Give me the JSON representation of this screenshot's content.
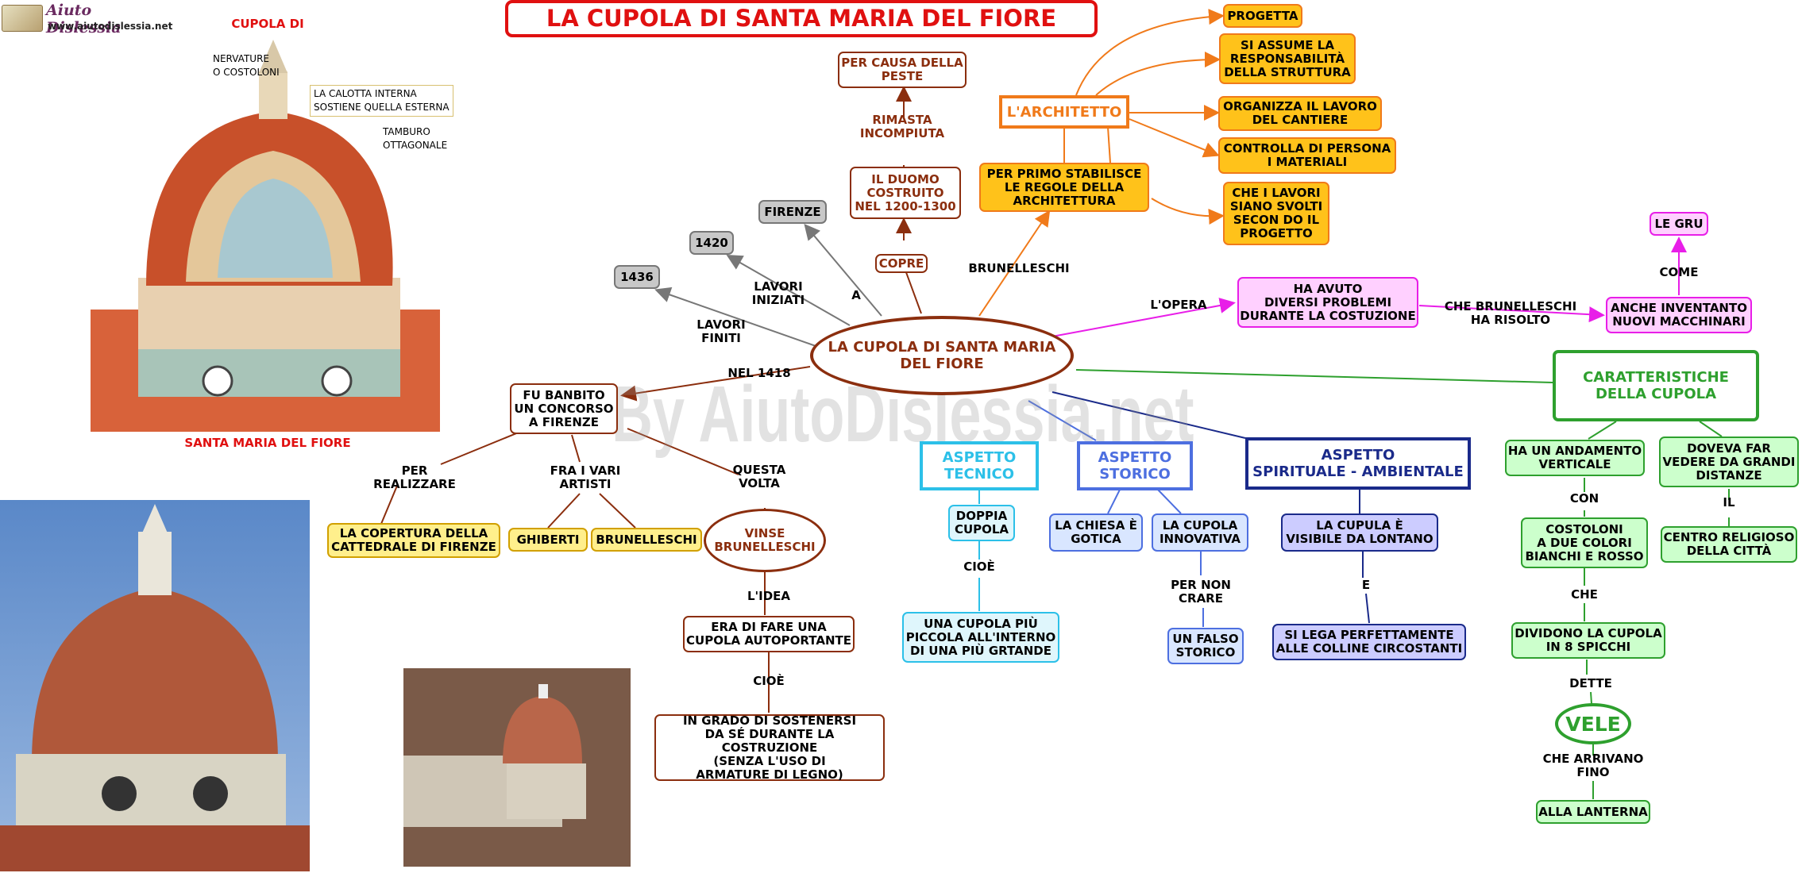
{
  "logo": {
    "name": "Aiuto Dislessia",
    "url": "www.aiutodislessia.net"
  },
  "title": "LA CUPOLA DI SANTA MARIA DEL FIORE",
  "watermark": "By AiutoDislessia.net",
  "illustration": {
    "top_label": "CUPOLA DI",
    "bottom_label": "SANTA MARIA DEL FIORE",
    "annotations": {
      "nervature": "NERVATURE\nO COSTOLONI",
      "calotta": "LA CALOTTA INTERNA\nSOSTIENE QUELLA ESTERNA",
      "tamburo": "TAMBURO\nOTTAGONALE"
    }
  },
  "center": "LA CUPOLA DI SANTA MARIA\nDEL FIORE",
  "history": {
    "peste": "PER CAUSA DELLA\nPESTE",
    "rimasta": "RIMASTA\nINCOMPIUTA",
    "duomo": "IL DUOMO\nCOSTRUITO\nNEL 1200-1300",
    "copre": "COPRE",
    "a": "A",
    "firenze": "FIRENZE",
    "lavori_iniziati": "LAVORI\nINIZIATI",
    "y1420": "1420",
    "lavori_finiti": "LAVORI\nFINITI",
    "y1436": "1436"
  },
  "architect": {
    "brunelleschi": "BRUNELLESCHI",
    "stabilisce": "PER PRIMO STABILISCE\nLE REGOLE DELLA\nARCHITETTURA",
    "title": "L'ARCHITETTO",
    "progetta": "PROGETTA",
    "responsabilita": "SI ASSUME LA\nRESPONSABILITÀ\nDELLA STRUTTURA",
    "organizza": "ORGANIZZA IL LAVORO\nDEL CANTIERE",
    "controlla": "CONTROLLA DI PERSONA\nI MATERIALI",
    "lavori": "CHE I LAVORI\nSIANO SVOLTI\nSECON DO IL\nPROGETTO"
  },
  "opera": {
    "label": "L'OPERA",
    "problemi": "HA AVUTO\nDIVERSI PROBLEMI\nDURANTE LA COSTUZIONE",
    "risolto": "CHE BRUNELLESCHI\nHA RISOLTO",
    "macchinari": "ANCHE INVENTANTO\nNUOVI MACCHINARI",
    "come": "COME",
    "gru": "LE GRU"
  },
  "concorso": {
    "nel1418": "NEL 1418",
    "banbito": "FU BANBITO\nUN CONCORSO\nA FIRENZE",
    "per_realizzare": "PER\nREALIZZARE",
    "copertura": "LA COPERTURA DELLA\nCATTEDRALE DI FIRENZE",
    "fra_artisti": "FRA I VARI\nARTISTI",
    "ghiberti": "GHIBERTI",
    "brunelleschi": "BRUNELLESCHI",
    "questa_volta": "QUESTA\nVOLTA",
    "vinse": "VINSE\nBRUNELLESCHI",
    "idea_label": "L'IDEA",
    "idea": "ERA DI FARE UNA\nCUPOLA AUTOPORTANTE",
    "cioe": "CIOÈ",
    "sostenersi": "IN GRADO DI SOSTENERSI\nDA SÉ DURANTE LA COSTRUZIONE\n(SENZA  L'USO  DI\nARMATURE DI LEGNO)"
  },
  "tecnico": {
    "title": "ASPETTO\nTECNICO",
    "doppia": "DOPPIA\nCUPOLA",
    "cioe": "CIOÈ",
    "piu_piccola": "UNA CUPOLA PIÙ\nPICCOLA ALL'INTERNO\nDI UNA PIÙ GRTANDE"
  },
  "storico": {
    "title": "ASPETTO\nSTORICO",
    "gotica": "LA CHIESA È\nGOTICA",
    "innovativa": "LA CUPOLA\nINNOVATIVA",
    "per_non_crare": "PER NON\nCRARE",
    "falso_storico": "UN FALSO\nSTORICO"
  },
  "spirituale": {
    "title": "ASPETTO\nSPIRITUALE - AMBIENTALE",
    "visibile": "LA CUPULA È\nVISIBILE DA LONTANO",
    "e": "E",
    "colline": "SI LEGA PERFETTAMENTE\nALLE COLLINE CIRCOSTANTI"
  },
  "caratteristiche": {
    "title": "CARATTERISTICHE\nDELLA CUPOLA",
    "verticale": "HA UN ANDAMENTO\nVERTICALE",
    "con": "CON",
    "costoloni": "COSTOLONI\nA DUE COLORI\nBIANCHI E ROSSO",
    "che": "CHE",
    "spicchi": "DIVIDONO LA CUPOLA\nIN 8 SPICCHI",
    "dette": "DETTE",
    "vele": "VELE",
    "arrivano": "CHE ARRIVANO\nFINO",
    "lanterna": "ALLA LANTERNA",
    "distanze": "DOVEVA FAR\nVEDERE DA GRANDI\nDISTANZE",
    "il": "IL",
    "centro": "CENTRO RELIGIOSO\nDELLA CITTÀ"
  },
  "colors": {
    "brown": "#8b2e0e",
    "title_red": "#e01010",
    "orange": "#f07a1a",
    "green": "#2ea02e",
    "navy": "#1a2a8a",
    "pink": "#e81ee8"
  }
}
